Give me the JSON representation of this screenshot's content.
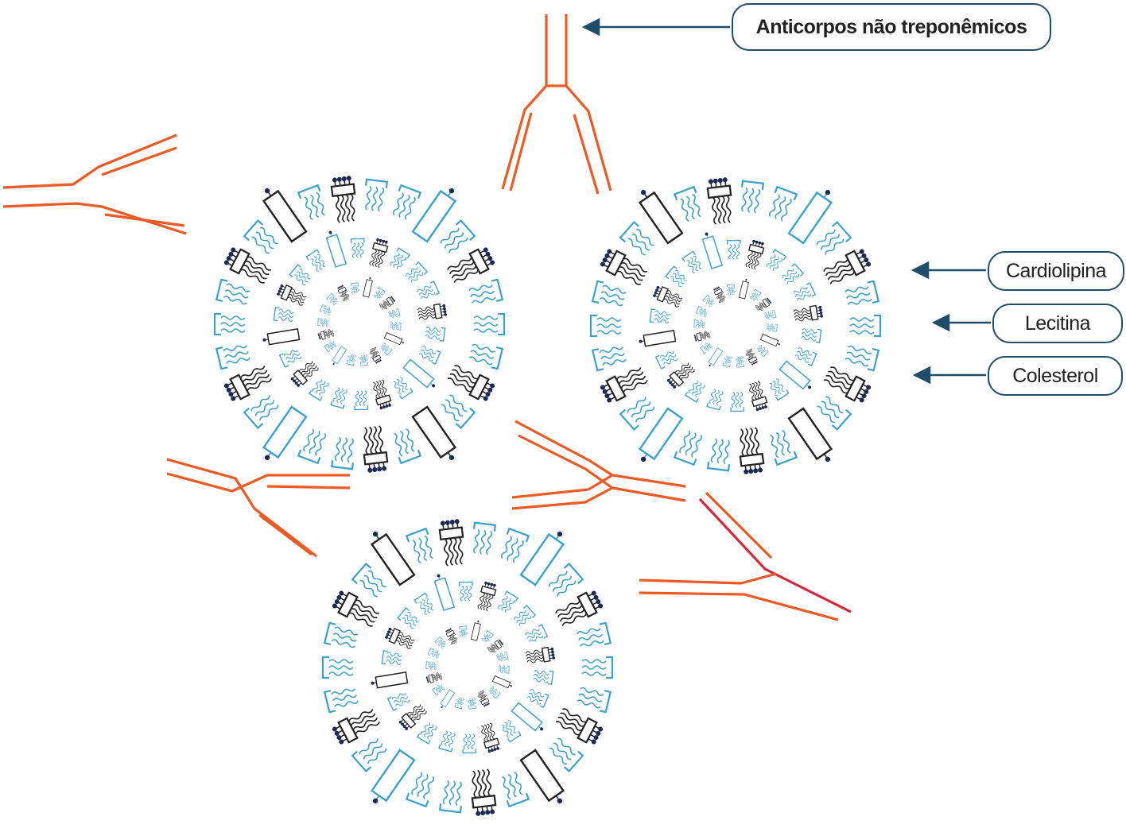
{
  "labels": {
    "antibodies": "Anticorpos não treponêmicos",
    "cardiolipin": "Cardiolipina",
    "lecithin": "Lecitina",
    "cholesterol": "Colesterol"
  },
  "colors": {
    "antibody": "#ee5a24",
    "antibody_dark": "#d62839",
    "cardiolipin": "#222222",
    "lecithin": "#222222",
    "cholesterol": "#3ba2cf",
    "head_dot": "#1b2a55",
    "arrow": "#1f4e6b"
  }
}
